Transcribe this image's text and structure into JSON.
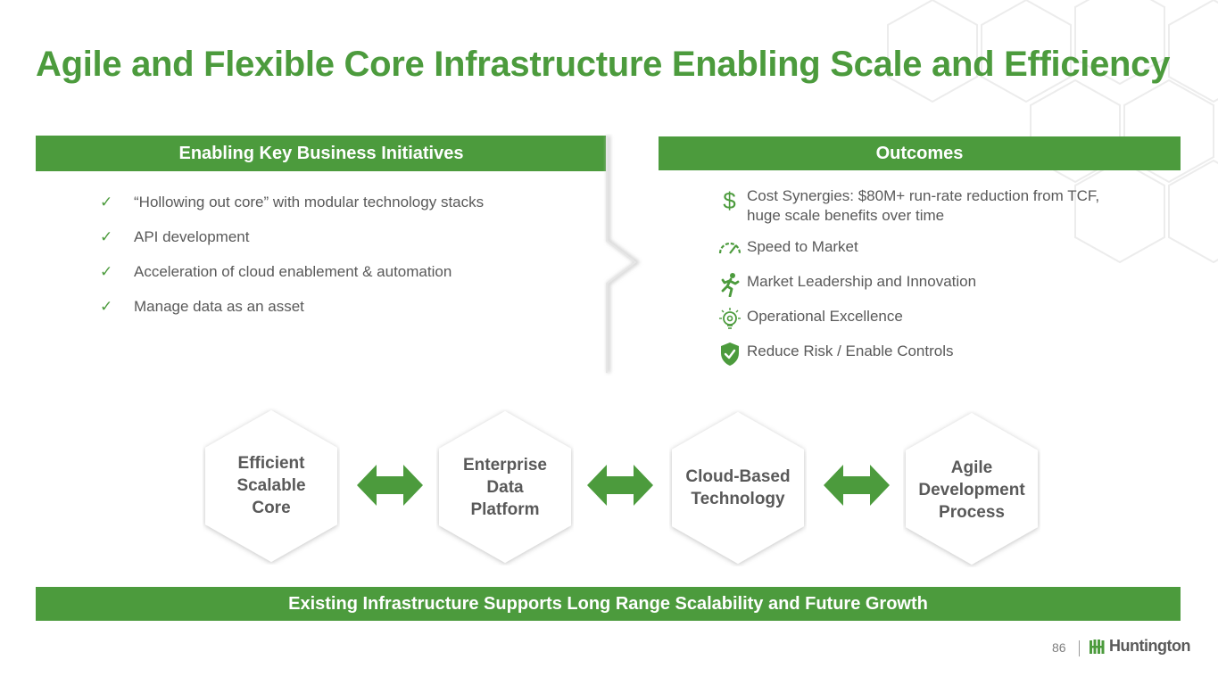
{
  "slide": {
    "title": "Agile and Flexible Core Infrastructure Enabling Scale and Efficiency",
    "page_number": "86",
    "brand": "Huntington"
  },
  "initiatives": {
    "heading": "Enabling Key Business Initiatives",
    "items": [
      "“Hollowing out core” with modular technology stacks",
      "API development",
      "Acceleration of cloud enablement & automation",
      "Manage data as an asset"
    ]
  },
  "outcomes": {
    "heading": "Outcomes",
    "items": [
      {
        "icon": "dollar-icon",
        "text_line1": "Cost Synergies: $80M+ run-rate reduction from TCF,",
        "text_line2": "huge scale benefits over time"
      },
      {
        "icon": "speedometer-icon",
        "text_line1": "Speed to Market"
      },
      {
        "icon": "running-person-icon",
        "text_line1": "Market Leadership and Innovation"
      },
      {
        "icon": "lightbulb-gear-icon",
        "text_line1": "Operational Excellence"
      },
      {
        "icon": "shield-check-icon",
        "text_line1": "Reduce Risk / Enable Controls"
      }
    ]
  },
  "pillars": [
    {
      "line1": "Efficient",
      "line2": "Scalable",
      "line3": "Core"
    },
    {
      "line1": "Enterprise",
      "line2": "Data",
      "line3": "Platform"
    },
    {
      "line1": "Cloud-Based",
      "line2": "Technology"
    },
    {
      "line1": "Agile",
      "line2": "Development",
      "line3": "Process"
    }
  ],
  "footer_banner": "Existing Infrastructure Supports Long Range Scalability and Future Growth",
  "colors": {
    "brand_green": "#4c9b3d",
    "text_gray": "#595959"
  }
}
